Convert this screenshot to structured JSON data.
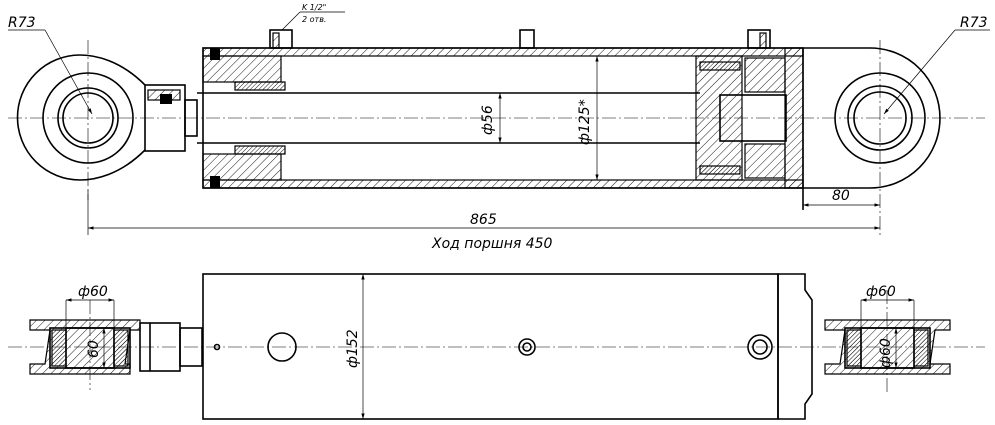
{
  "labels": {
    "radius_left": "R73",
    "radius_right": "R73",
    "port_thread": "K 1/2\"",
    "port_count": "2 отв.",
    "rod_diameter": "ф56",
    "bore_diameter": "ф125*",
    "end_length": "80",
    "overall_length": "865",
    "stroke": "Ход поршня 450",
    "eye_diameter_left": "ф60",
    "eye_width_left": "60",
    "eye_diameter_right": "ф60",
    "eye_width_right": "ф60",
    "tube_diameter": "ф152"
  }
}
